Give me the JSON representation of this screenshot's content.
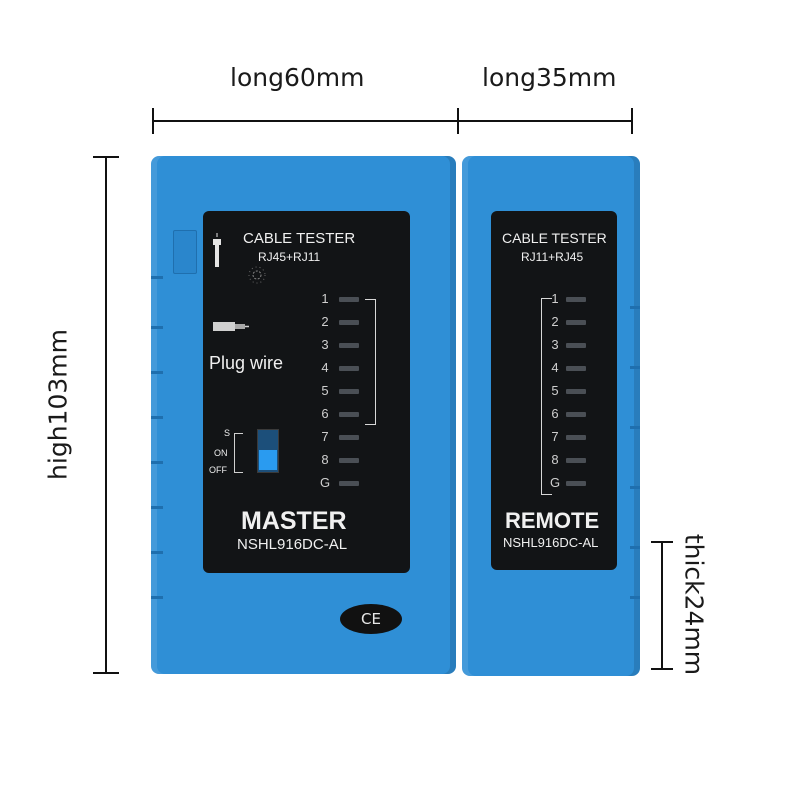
{
  "dimensions": {
    "length_master": "long60mm",
    "length_remote": "long35mm",
    "height": "high103mm",
    "thickness": "thick24mm"
  },
  "master": {
    "heading": "CABLE TESTER",
    "ports": "RJ45+RJ11",
    "plug_label": "Plug wire",
    "switch_labels": [
      "S",
      "ON",
      "OFF"
    ],
    "led_numbers": [
      "1",
      "2",
      "3",
      "4",
      "5",
      "6",
      "7",
      "8",
      "G"
    ],
    "name": "MASTER",
    "model": "NSHL916DC-AL",
    "ce_mark": "CE"
  },
  "remote": {
    "heading": "CABLE TESTER",
    "ports": "RJ11+RJ45",
    "led_numbers": [
      "1",
      "2",
      "3",
      "4",
      "5",
      "6",
      "7",
      "8",
      "G"
    ],
    "name": "REMOTE",
    "model": "NSHL916DC-AL"
  },
  "colors": {
    "body": "#2f8fd6",
    "panel": "#121416",
    "switch": "#2a9bf0"
  }
}
